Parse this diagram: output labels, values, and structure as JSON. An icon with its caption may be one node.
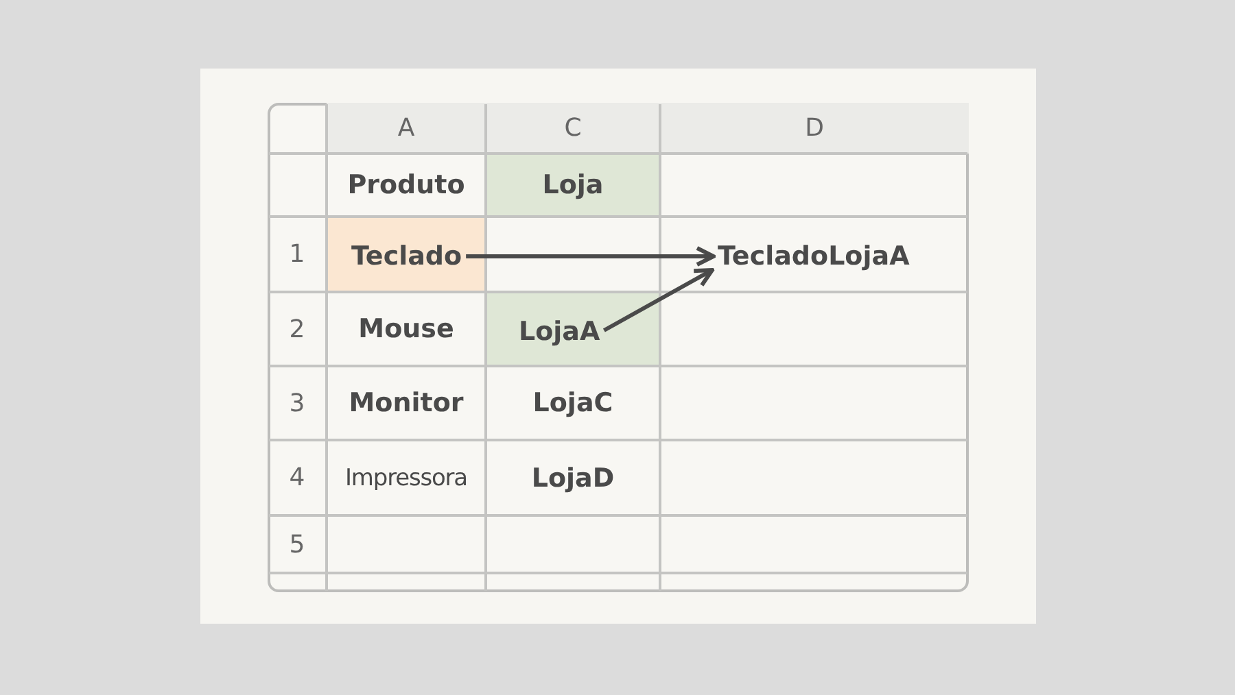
{
  "diagram": {
    "nodes": [
      {
        "text": [
          "Teclado"
        ]
      },
      {
        "text": [
          "TecladoLojaA"
        ]
      },
      {
        "text": [
          "LojaA"
        ]
      }
    ],
    "edges": [
      {
        "from": 0,
        "to": 1,
        "arrow": "to"
      },
      {
        "from": 2,
        "to": 1,
        "arrow": "to"
      }
    ],
    "labels": [
      "A",
      "C",
      "D",
      "Produto",
      "Loja",
      "1",
      "2",
      "Mouse",
      "3",
      "Monitor",
      "LojaC",
      "4",
      "Impressora",
      "LojaD",
      "5"
    ]
  }
}
